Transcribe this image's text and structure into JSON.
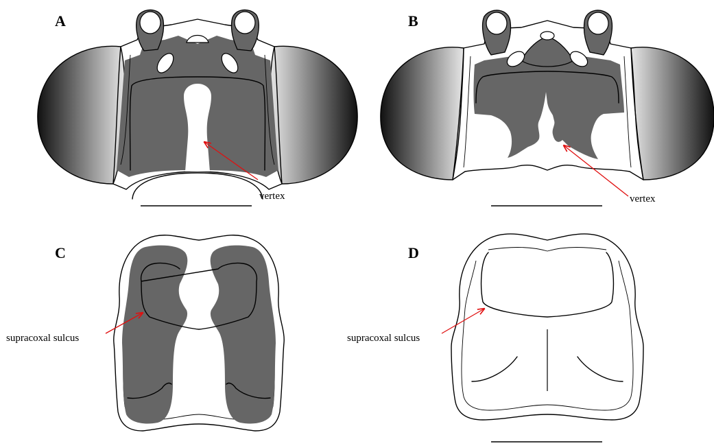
{
  "panels": {
    "a": {
      "letter": "A",
      "annotation": "vertex"
    },
    "b": {
      "letter": "B",
      "annotation": "vertex"
    },
    "c": {
      "letter": "C",
      "annotation": "supracoxal sulcus"
    },
    "d": {
      "letter": "D",
      "annotation": "supracoxal sulcus"
    }
  },
  "colors": {
    "sclerite_fill": "#666666",
    "arrow": "#e01010",
    "outline": "#000000"
  }
}
